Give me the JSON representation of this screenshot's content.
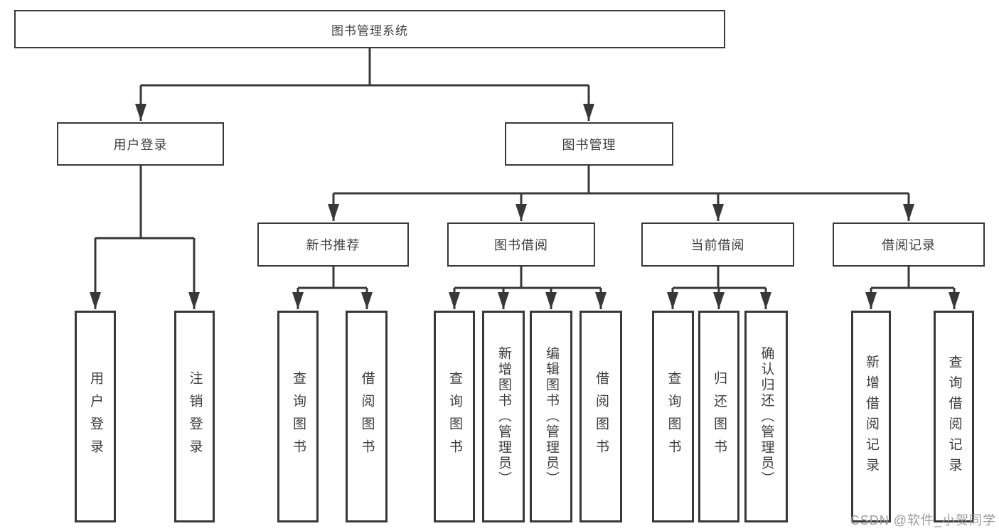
{
  "colors": {
    "line": "#383838",
    "box_border": "#383838",
    "text": "#3d3d3d",
    "watermark": "#9b9b9b",
    "background": "#ffffff"
  },
  "watermark": {
    "text": "CSDN @软件_小贺同学"
  },
  "tree": {
    "root": {
      "label": "图书管理系统"
    },
    "branches": [
      {
        "label": "用户登录",
        "children": [
          {
            "label": "用户登录"
          },
          {
            "label": "注销登录"
          }
        ]
      },
      {
        "label": "图书管理",
        "children": [
          {
            "label": "新书推荐",
            "children": [
              {
                "label": "查询图书"
              },
              {
                "label": "借阅图书"
              }
            ]
          },
          {
            "label": "图书借阅",
            "children": [
              {
                "label": "查询图书"
              },
              {
                "label": "新增图书（管理员）"
              },
              {
                "label": "编辑图书（管理员）"
              },
              {
                "label": "借阅图书"
              }
            ]
          },
          {
            "label": "当前借阅",
            "children": [
              {
                "label": "查询图书"
              },
              {
                "label": "归还图书"
              },
              {
                "label": "确认归还（管理员）"
              }
            ]
          },
          {
            "label": "借阅记录",
            "children": [
              {
                "label": "新增借阅记录"
              },
              {
                "label": "查询借阅记录"
              }
            ]
          }
        ]
      }
    ]
  }
}
